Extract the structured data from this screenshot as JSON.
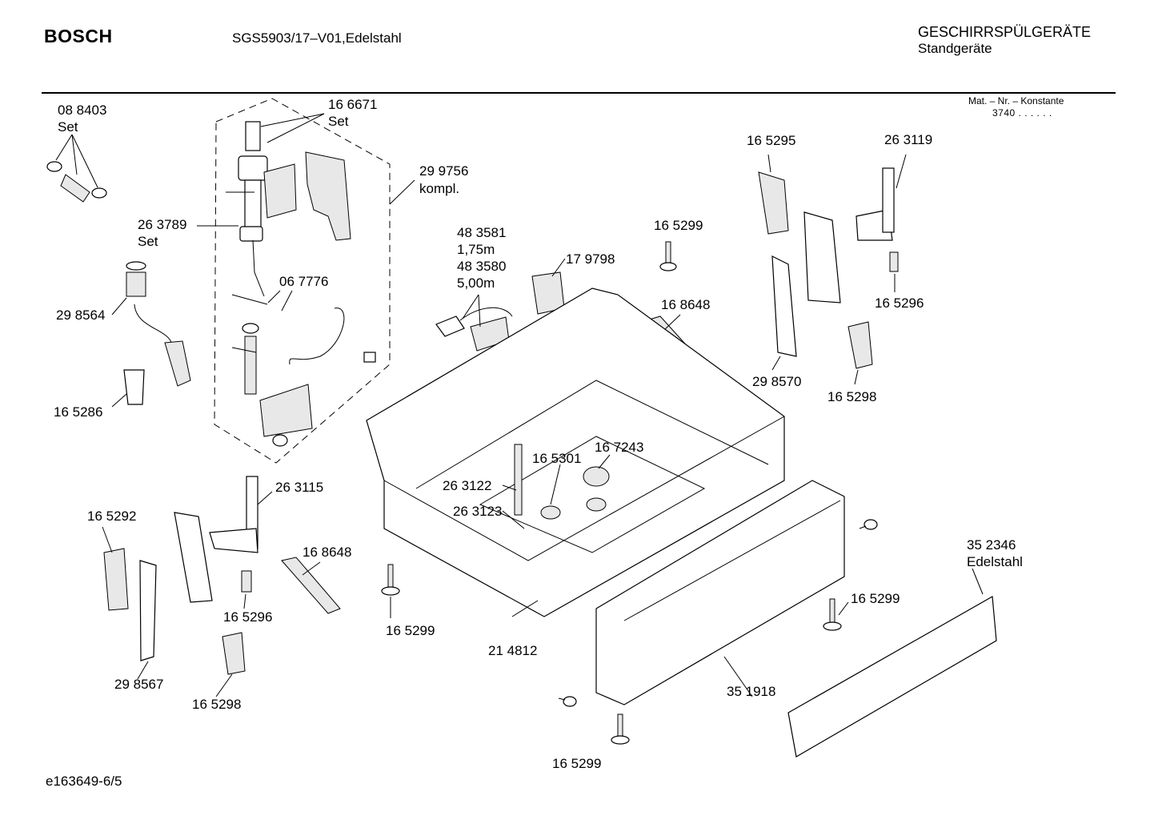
{
  "header": {
    "brand": "BOSCH",
    "model": "SGS5903/17–V01,Edelstahl",
    "category": "GESCHIRRSPÜLGERÄTE",
    "subcategory": "Standgeräte",
    "mat_label": "Mat. – Nr. – Konstante",
    "mat_value": "3740  .  .  .  .  .  ."
  },
  "footer": {
    "code": "e163649-6/5"
  },
  "parts": {
    "p088403": "08 8403",
    "set_a": "Set",
    "p166671": "16 6671",
    "set_b": "Set",
    "p299756": "29 9756",
    "kompl": "kompl.",
    "p263789": "26 3789",
    "set_c": "Set",
    "p298564": "29 8564",
    "p067776": "06 7776",
    "p165286": "16 5286",
    "p483581": "48 3581",
    "len175": "1,75m",
    "p483580": "48 3580",
    "len500": "5,00m",
    "p179798": "17 9798",
    "p165299_a": "16 5299",
    "p168648_a": "16 8648",
    "p165295": "16 5295",
    "p263119": "26 3119",
    "p165296_a": "16 5296",
    "p298570": "29 8570",
    "p165298_a": "16 5298",
    "p165301": "16 5301",
    "p167243": "16 7243",
    "p263122": "26 3122",
    "p263123": "26 3123",
    "p263115": "26 3115",
    "p165292": "16 5292",
    "p168648_b": "16 8648",
    "p165296_b": "16 5296",
    "p298567": "29 8567",
    "p165298_b": "16 5298",
    "p165299_b": "16 5299",
    "p214812": "21 4812",
    "p352346": "35 2346",
    "edelstahl": "Edelstahl",
    "p165299_c": "16 5299",
    "p351918": "35 1918",
    "p165299_d": "16 5299"
  }
}
